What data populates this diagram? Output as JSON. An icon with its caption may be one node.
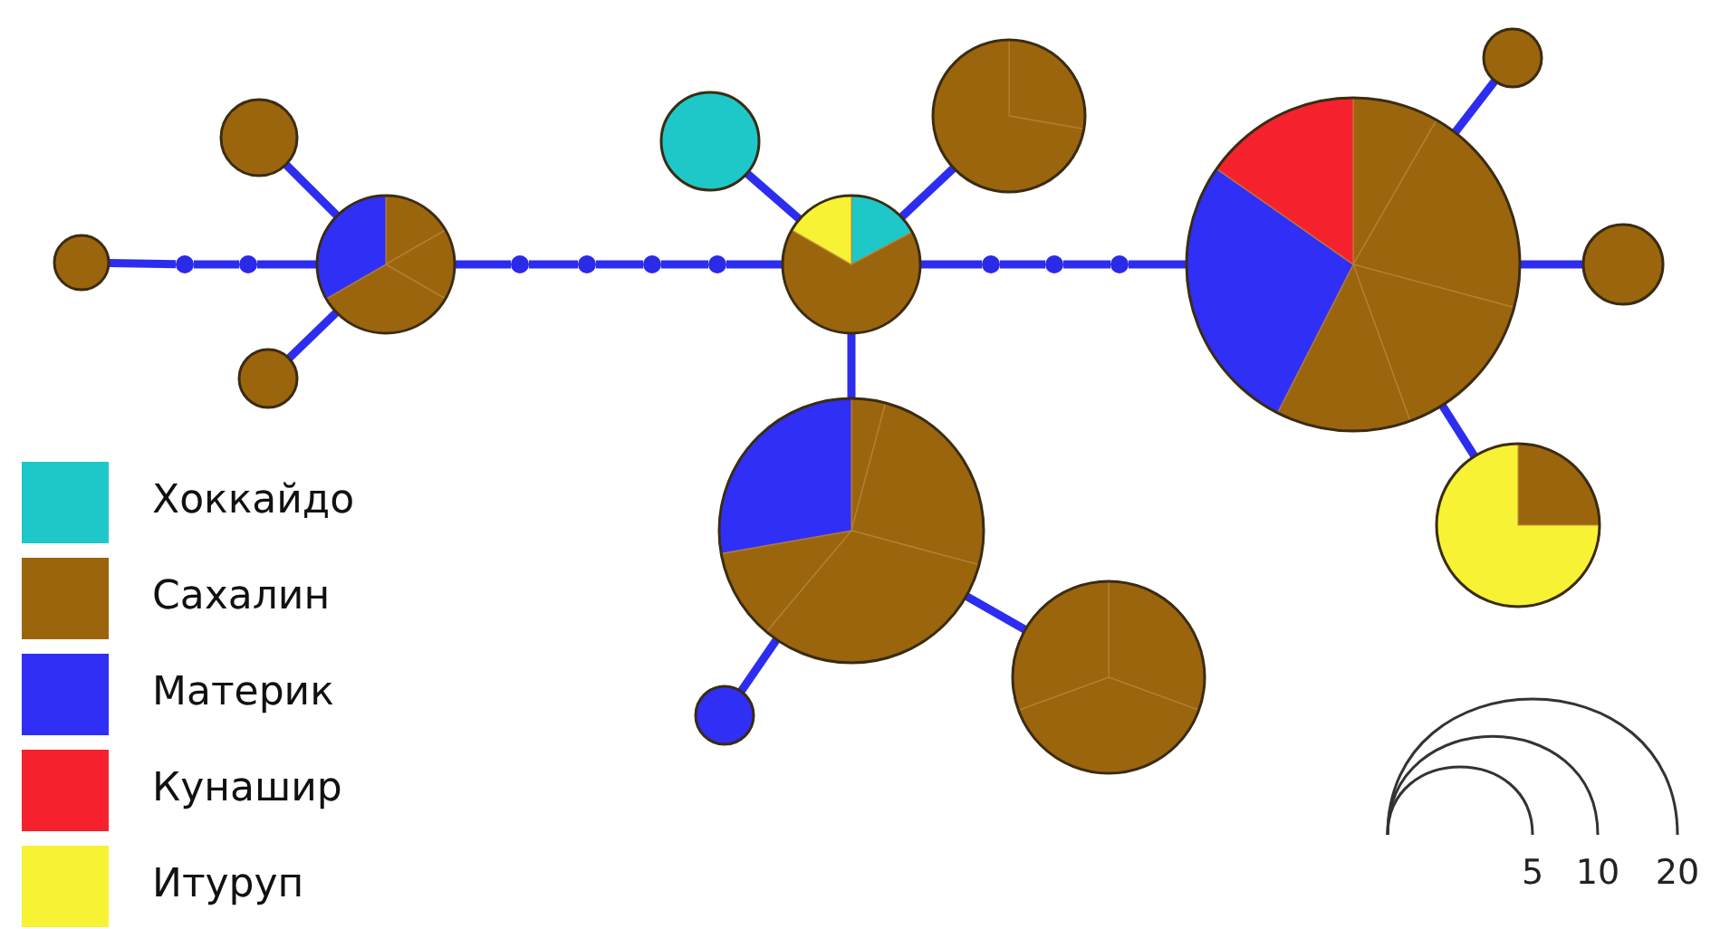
{
  "diagram": {
    "nodes": [
      {
        "text": [],
        "shape": "circle"
      },
      {
        "text": [],
        "shape": "circle"
      },
      {
        "text": [],
        "shape": "circle"
      },
      {
        "text": [],
        "shape": "circle"
      },
      {
        "text": [],
        "shape": "circle"
      },
      {
        "text": [],
        "shape": "circle"
      },
      {
        "text": [],
        "shape": "circle"
      },
      {
        "text": [],
        "shape": "circle"
      },
      {
        "text": [],
        "shape": "circle"
      },
      {
        "text": [],
        "shape": "circle"
      },
      {
        "text": [],
        "shape": "circle"
      },
      {
        "text": [],
        "shape": "circle"
      },
      {
        "text": [],
        "shape": "circle"
      },
      {
        "text": [],
        "shape": "circle"
      },
      {
        "text": [],
        "shape": "circle"
      },
      {
        "text": [],
        "shape": "circle"
      },
      {
        "text": [],
        "shape": "circle"
      },
      {
        "text": [],
        "shape": "circle"
      },
      {
        "text": [],
        "shape": "circle"
      },
      {
        "text": [],
        "shape": "circle"
      },
      {
        "text": [],
        "shape": "circle"
      },
      {
        "text": [],
        "shape": "circle"
      },
      {
        "text": [],
        "shape": "circle"
      }
    ],
    "edges": [
      {
        "from": 0,
        "to": 1,
        "arrow": "none"
      },
      {
        "from": 1,
        "to": 2,
        "arrow": "none"
      },
      {
        "from": 2,
        "to": 5,
        "arrow": "none"
      },
      {
        "from": 3,
        "to": 5,
        "arrow": "none"
      },
      {
        "from": 4,
        "to": 5,
        "arrow": "none"
      },
      {
        "from": 5,
        "to": 6,
        "arrow": "none"
      },
      {
        "from": 6,
        "to": 7,
        "arrow": "none"
      },
      {
        "from": 7,
        "to": 8,
        "arrow": "none"
      },
      {
        "from": 8,
        "to": 9,
        "arrow": "none"
      },
      {
        "from": 9,
        "to": 12,
        "arrow": "none"
      },
      {
        "from": 10,
        "to": 12,
        "arrow": "none"
      },
      {
        "from": 15,
        "to": 12,
        "arrow": "none"
      },
      {
        "from": 12,
        "to": 13,
        "arrow": "none"
      },
      {
        "from": 13,
        "to": 11,
        "arrow": "none"
      },
      {
        "from": 13,
        "to": 17,
        "arrow": "none"
      },
      {
        "from": 12,
        "to": 14,
        "arrow": "none"
      },
      {
        "from": 14,
        "to": 16,
        "arrow": "none"
      },
      {
        "from": 16,
        "to": 18,
        "arrow": "none"
      },
      {
        "from": 18,
        "to": 19,
        "arrow": "none"
      },
      {
        "from": 19,
        "to": 20,
        "arrow": "none"
      },
      {
        "from": 19,
        "to": 22,
        "arrow": "none"
      },
      {
        "from": 19,
        "to": 21,
        "arrow": "none"
      }
    ],
    "labels": [
      "5",
      "10",
      "20"
    ],
    "legend": [
      {
        "text": "Хоккайдо",
        "color": "#1fc8c8"
      },
      {
        "text": "Сахалин",
        "color": "#9b650e"
      },
      {
        "text": "Материк",
        "color": "#2f2ff5"
      },
      {
        "text": "Кунашир",
        "color": "#f5222e"
      },
      {
        "text": "Итуруп",
        "color": "#f8f234"
      }
    ]
  }
}
